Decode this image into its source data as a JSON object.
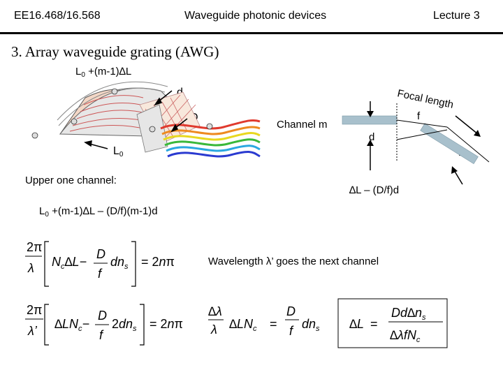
{
  "header": {
    "course": "EE16.468/16.568",
    "topic": "Waveguide photonic devices",
    "lecture": "Lecture 3"
  },
  "title": "3. Array waveguide grating (AWG)",
  "diagram": {
    "top_label_L": "L",
    "top_label_sub": "0",
    "top_label_rest": " +(m-1)∆L",
    "label_d": "d",
    "label_D": "D",
    "label_L": "L",
    "label_L_sub": "0",
    "channel": "Channel m",
    "focal": "Focal length",
    "f": "f",
    "d2": "d",
    "D2": "D",
    "dL_expr": "∆L – (D/f)d"
  },
  "upper_one_channel": "Upper one channel:",
  "path_expr_L": "L",
  "path_expr_sub": "0",
  "path_expr_rest": " +(m-1)∆L – (D/f)(m-1)d",
  "wavelength_note": "Wavelength λ’ goes the next channel"
}
